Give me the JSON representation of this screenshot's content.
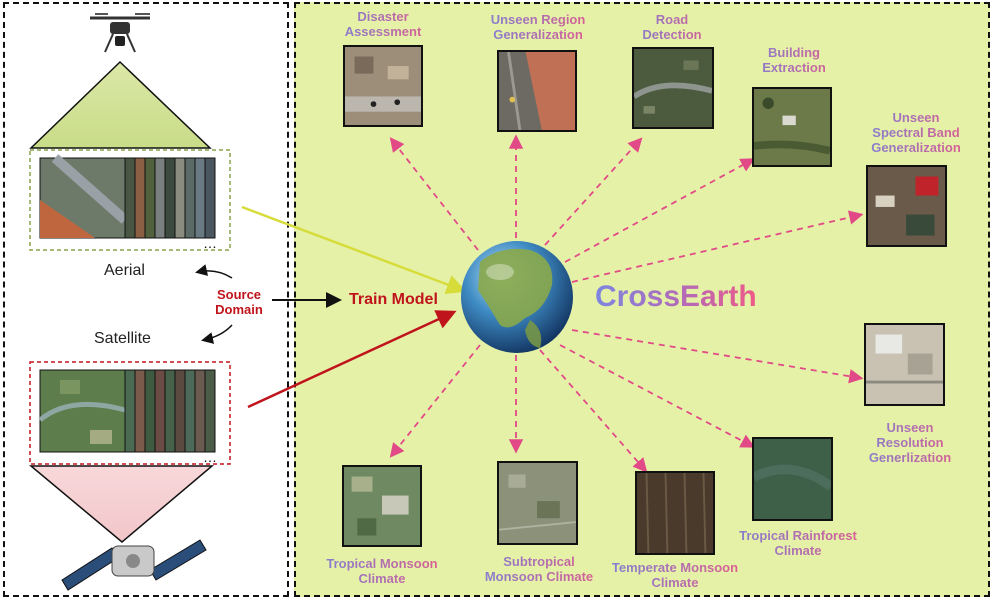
{
  "source": {
    "aerial_label": "Aerial",
    "satellite_label": "Satellite",
    "source_domain_line1": "Source",
    "source_domain_line2": "Domain",
    "train_label": "Train Model"
  },
  "hub": {
    "title": "CrossEarth"
  },
  "tasks": [
    {
      "id": "disaster",
      "line1": "Disaster",
      "line2": "Assessment"
    },
    {
      "id": "unseen-region",
      "line1": "Unseen Region",
      "line2": "Generalization"
    },
    {
      "id": "road",
      "line1": "Road",
      "line2": "Detection"
    },
    {
      "id": "building",
      "line1": "Building",
      "line2": "Extraction"
    },
    {
      "id": "spectral",
      "line1": "Unseen",
      "line2": "Spectral Band",
      "line3": "Generalization"
    },
    {
      "id": "resolution",
      "line1": "Unseen",
      "line2": "Resolution",
      "line3": "Generlization"
    },
    {
      "id": "tropical-rainforest",
      "line1": "Tropical Rainforest",
      "line2": "Climate"
    },
    {
      "id": "temperate",
      "line1": "Temperate Monsoon",
      "line2": "Climate"
    },
    {
      "id": "subtropical",
      "line1": "Subtropical",
      "line2": "Monsoon Climate"
    },
    {
      "id": "tropical-monsoon",
      "line1": "Tropical Monsoon",
      "line2": "Climate"
    }
  ],
  "colors": {
    "background_right": "#e6f1a8",
    "arrow_blue": "#6b73d4",
    "arrow_pink": "#e14a86",
    "source_red": "#c0141c",
    "aerial_line": "#d6dc3a"
  },
  "icons": [
    "drone-icon",
    "satellite-icon",
    "globe-icon",
    "ellipsis-icon"
  ]
}
